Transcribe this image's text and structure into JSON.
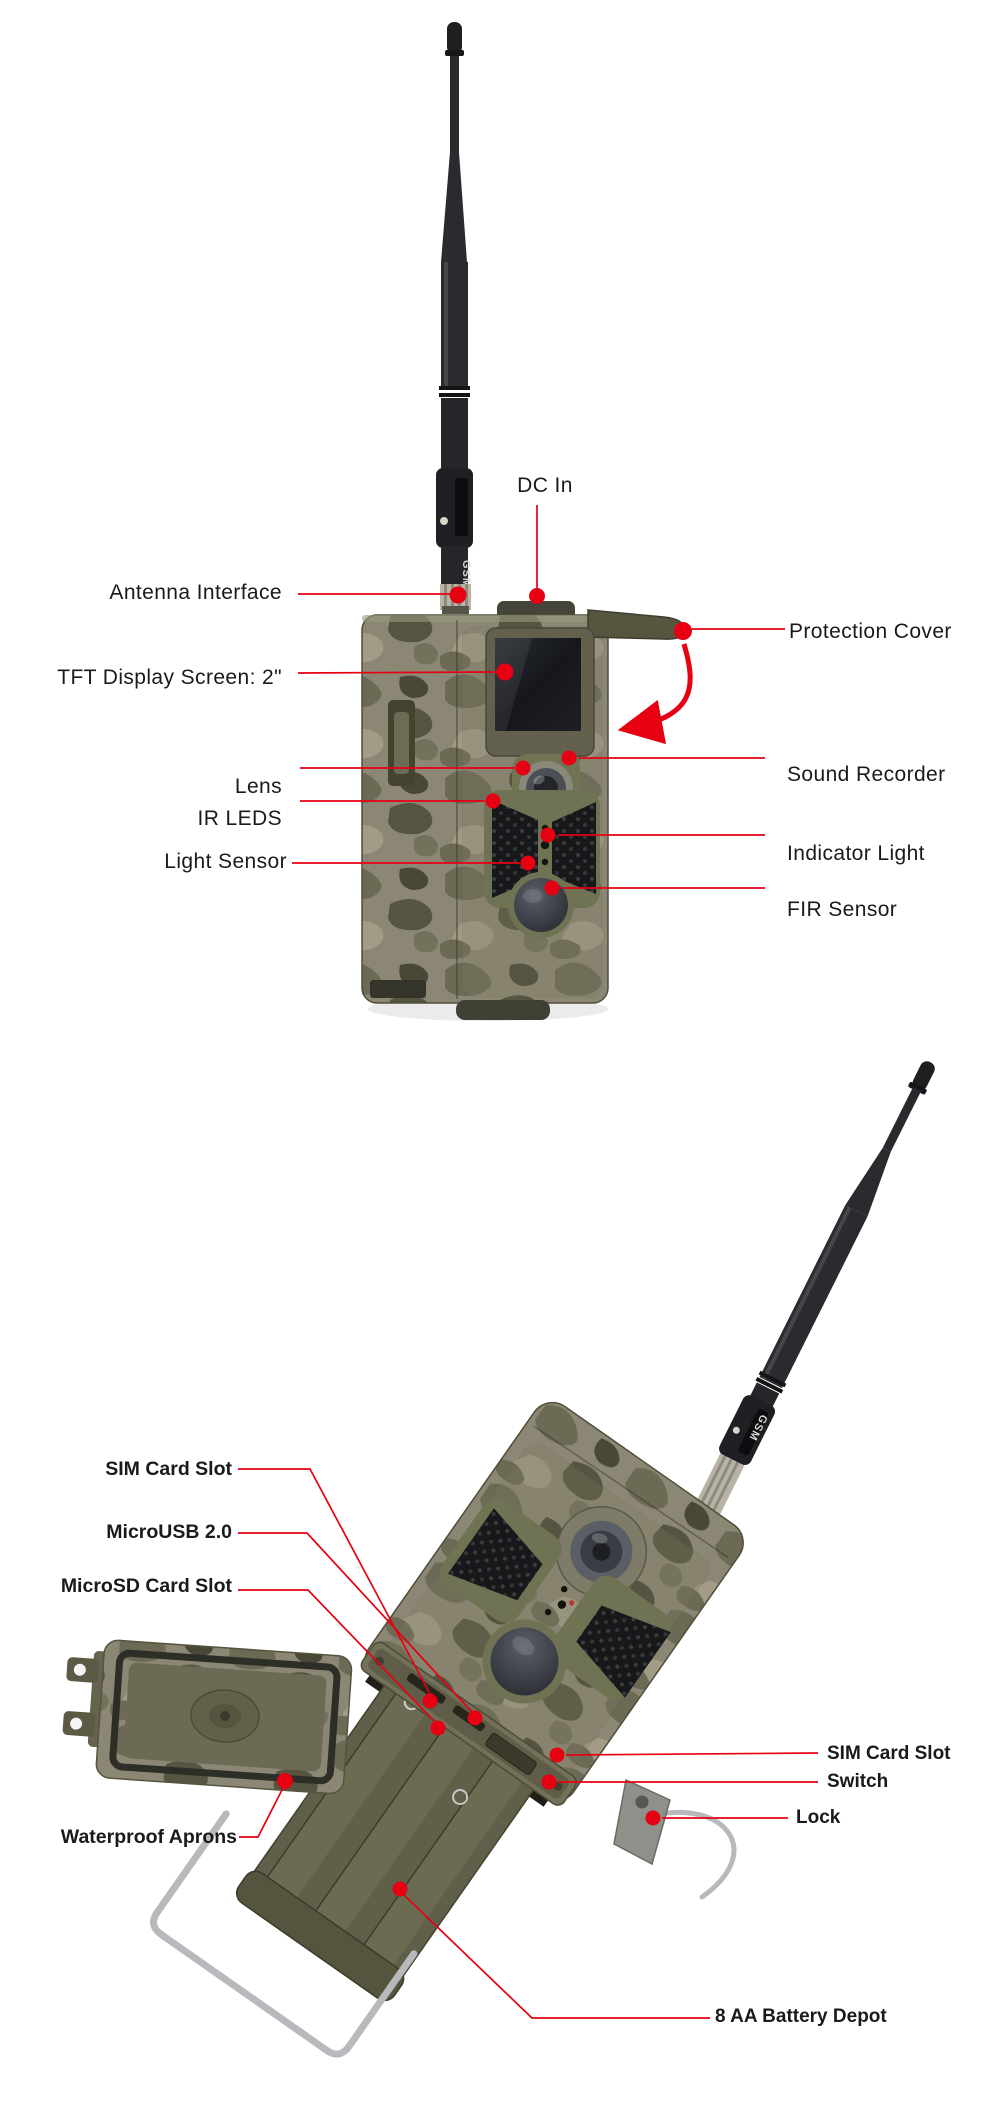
{
  "figure": {
    "annotation_color": "#e60012",
    "text_color": "#1a1a1a",
    "top_view": {
      "antenna_label": "GSM",
      "labels": {
        "dc_in": "DC In",
        "antenna_interface": "Antenna Interface",
        "tft_display": "TFT Display Screen: 2\"",
        "lens": "Lens",
        "ir_leds": "IR LEDS",
        "light_sensor": "Light Sensor",
        "protection_cover": "Protection Cover",
        "sound_recorder": "Sound Recorder",
        "indicator_light": "Indicator Light",
        "fir_sensor": "FIR Sensor"
      }
    },
    "bottom_view": {
      "antenna_label": "GSM",
      "labels": {
        "sim_card_slot_left": "SIM Card Slot",
        "micro_usb": "MicroUSB 2.0",
        "micro_sd_card_slot": "MicroSD Card Slot",
        "waterproof_aprons": "Waterproof Aprons",
        "sim_card_slot_right": "SIM Card Slot",
        "switch": "Switch",
        "lock": "Lock",
        "battery_depot": "8 AA Battery Depot"
      }
    }
  }
}
